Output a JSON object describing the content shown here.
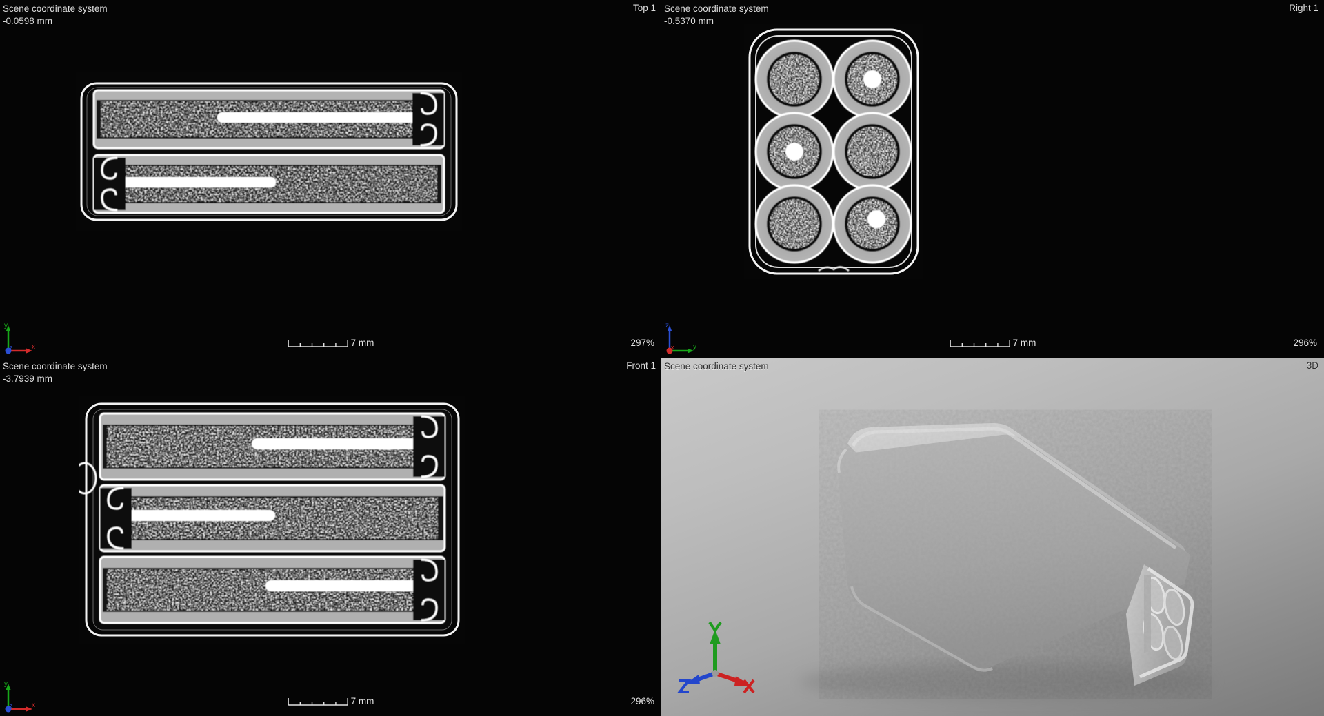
{
  "app": {
    "layout": "2x2-quad-view",
    "background_color": "#000000"
  },
  "viewports": [
    {
      "id": "top",
      "title": "Scene coordinate system",
      "slice_position": "-0.0598 mm",
      "corner_label": "Top 1",
      "scalebar_label": "7 mm",
      "zoom_level": "297%",
      "gizmo": {
        "type": "2d-axis-indicator",
        "axes": [
          {
            "name": "Y",
            "direction": "up",
            "color": "#18a81a"
          },
          {
            "name": "X",
            "direction": "right",
            "color": "#d42b2b"
          },
          {
            "name": "Z",
            "direction": "origin",
            "color": "#2b4fd4"
          }
        ]
      }
    },
    {
      "id": "right",
      "title": "Scene coordinate system",
      "slice_position": "-0.5370 mm",
      "corner_label": "Right 1",
      "scalebar_label": "7 mm",
      "zoom_level": "296%",
      "gizmo": {
        "type": "2d-axis-indicator",
        "axes": [
          {
            "name": "Z",
            "direction": "up",
            "color": "#2b4fd4"
          },
          {
            "name": "Y",
            "direction": "right",
            "color": "#18a81a"
          },
          {
            "name": "X",
            "direction": "origin",
            "color": "#d42b2b"
          }
        ]
      }
    },
    {
      "id": "front",
      "title": "Scene coordinate system",
      "slice_position": "-3.7939 mm",
      "corner_label": "Front 1",
      "scalebar_label": "7 mm",
      "zoom_level": "296%",
      "gizmo": {
        "type": "2d-axis-indicator",
        "axes": [
          {
            "name": "Y",
            "direction": "up",
            "color": "#18a81a"
          },
          {
            "name": "X",
            "direction": "right",
            "color": "#d42b2b"
          },
          {
            "name": "Z",
            "direction": "origin",
            "color": "#2b4fd4"
          }
        ]
      }
    },
    {
      "id": "volume",
      "title": "Scene coordinate system",
      "slice_position": "",
      "corner_label": "3D",
      "scalebar_label": "",
      "zoom_level": "",
      "gizmo": {
        "type": "3d-trihedron",
        "axes": [
          {
            "name": "Y",
            "direction": "up",
            "color": "#1f9b1f"
          },
          {
            "name": "X",
            "direction": "lower-right",
            "color": "#cc2222"
          },
          {
            "name": "Z",
            "direction": "lower-left",
            "color": "#2346cc"
          }
        ]
      }
    }
  ],
  "scan_subject": {
    "description": "CT reconstruction of a six-cell cartridge assembly",
    "cell_count": 6,
    "cell_grid": "2 columns x 3 rows",
    "cells_with_center_pin": 3
  }
}
